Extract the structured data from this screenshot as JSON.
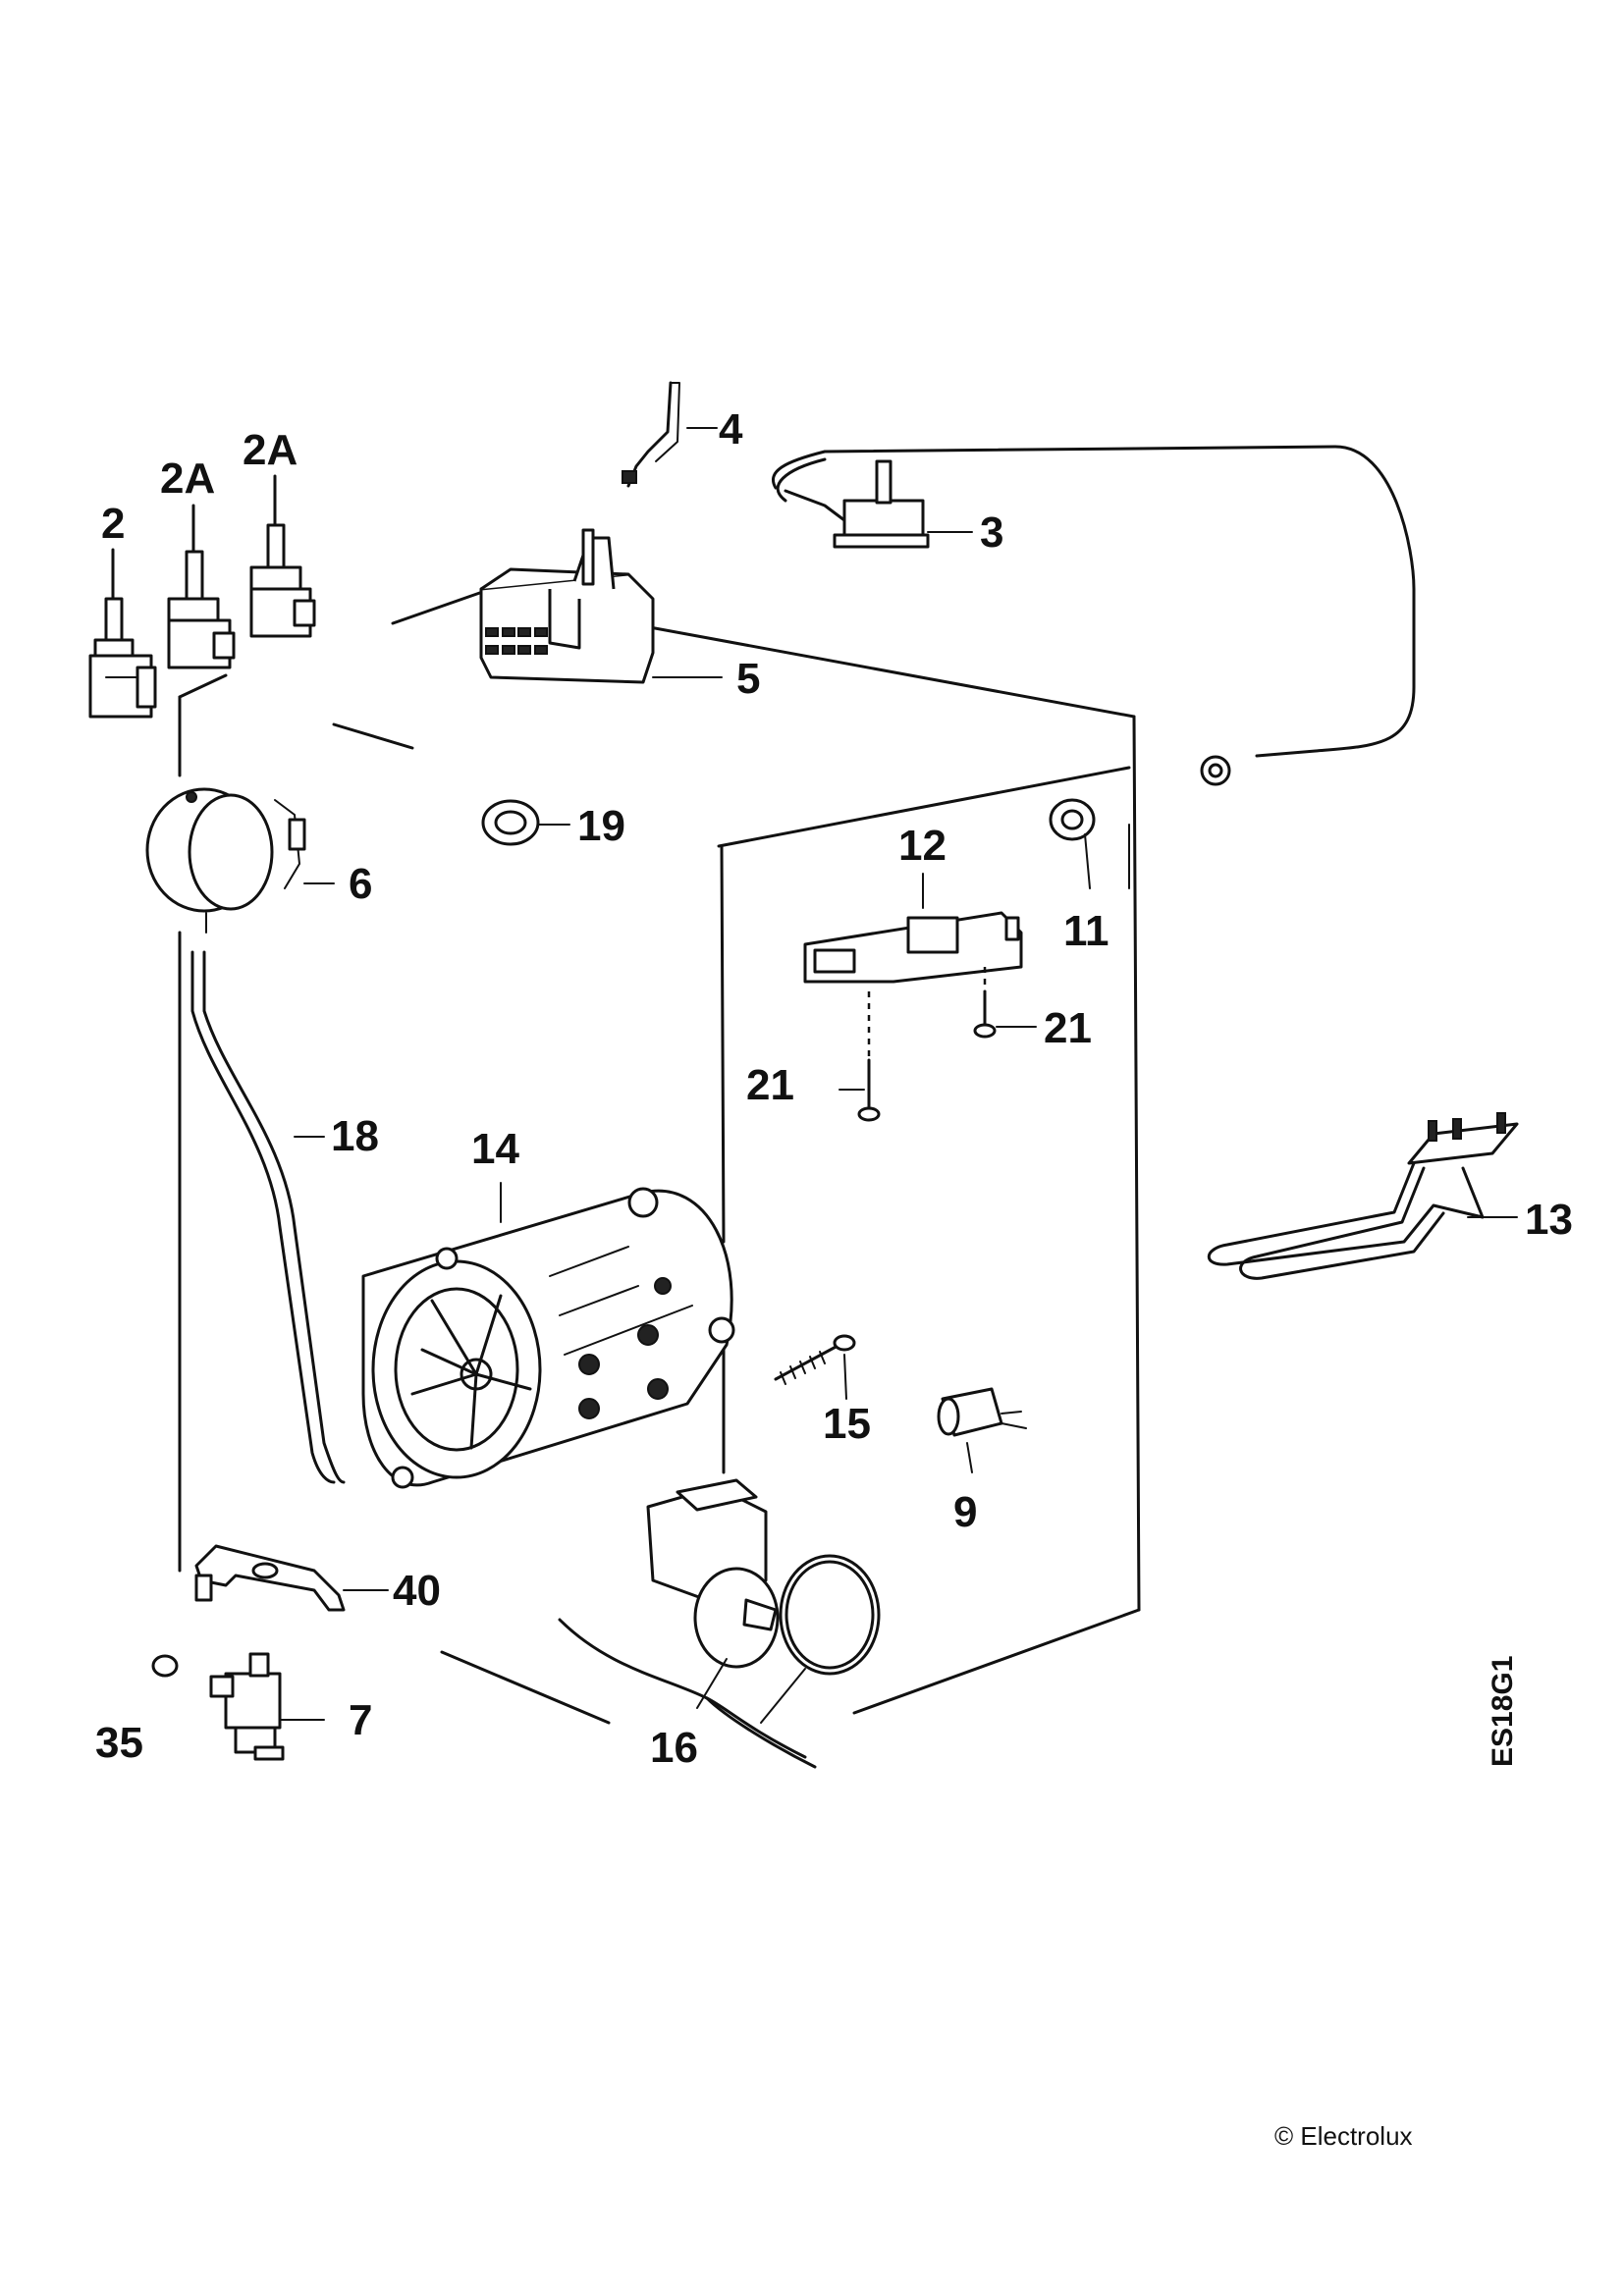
{
  "diagram": {
    "drawing_code": "ES18G1",
    "copyright": "© Electrolux",
    "callouts": [
      {
        "id": "2",
        "label": "2"
      },
      {
        "id": "2a-1",
        "label": "2A"
      },
      {
        "id": "2a-2",
        "label": "2A"
      },
      {
        "id": "4",
        "label": "4"
      },
      {
        "id": "3",
        "label": "3"
      },
      {
        "id": "5",
        "label": "5"
      },
      {
        "id": "6",
        "label": "6"
      },
      {
        "id": "19",
        "label": "19"
      },
      {
        "id": "12",
        "label": "12"
      },
      {
        "id": "11",
        "label": "11"
      },
      {
        "id": "21-right",
        "label": "21"
      },
      {
        "id": "21-left",
        "label": "21"
      },
      {
        "id": "18",
        "label": "18"
      },
      {
        "id": "14",
        "label": "14"
      },
      {
        "id": "13",
        "label": "13"
      },
      {
        "id": "15",
        "label": "15"
      },
      {
        "id": "9",
        "label": "9"
      },
      {
        "id": "40",
        "label": "40"
      },
      {
        "id": "7",
        "label": "7"
      },
      {
        "id": "35",
        "label": "35"
      },
      {
        "id": "16",
        "label": "16"
      }
    ]
  }
}
